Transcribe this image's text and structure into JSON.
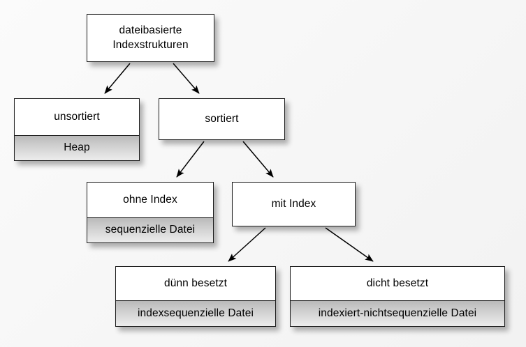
{
  "diagram": {
    "title": "dateibasierte Indexstrukturen",
    "type": "tree",
    "language": "de",
    "background_color": "#f7f7f7",
    "box_border_color": "#1c1c1c",
    "box_fill_color": "#ffffff",
    "box_subfill_color": "#d6d6d6",
    "edge_color": "#000000",
    "nodes": [
      {
        "id": "root",
        "label": "dateibasierte\nIndexstrukturen",
        "label_line1": "dateibasierte",
        "label_line2": "Indexstrukturen",
        "sublabel": null,
        "level": 0
      },
      {
        "id": "unsortiert",
        "label": "unsortiert",
        "sublabel": "Heap",
        "level": 1
      },
      {
        "id": "sortiert",
        "label": "sortiert",
        "sublabel": null,
        "level": 1
      },
      {
        "id": "ohne-index",
        "label": "ohne Index",
        "sublabel": "sequenzielle Datei",
        "level": 2
      },
      {
        "id": "mit-index",
        "label": "mit Index",
        "sublabel": null,
        "level": 2
      },
      {
        "id": "duenn-besetzt",
        "label": "dünn besetzt",
        "sublabel": "indexsequenzielle Datei",
        "level": 3
      },
      {
        "id": "dicht-besetzt",
        "label": "dicht besetzt",
        "sublabel": "indexiert-nichtsequenzielle Datei",
        "level": 3
      }
    ],
    "edges": [
      {
        "from": "root",
        "to": "unsortiert"
      },
      {
        "from": "root",
        "to": "sortiert"
      },
      {
        "from": "sortiert",
        "to": "ohne-index"
      },
      {
        "from": "sortiert",
        "to": "mit-index"
      },
      {
        "from": "mit-index",
        "to": "duenn-besetzt"
      },
      {
        "from": "mit-index",
        "to": "dicht-besetzt"
      }
    ]
  }
}
